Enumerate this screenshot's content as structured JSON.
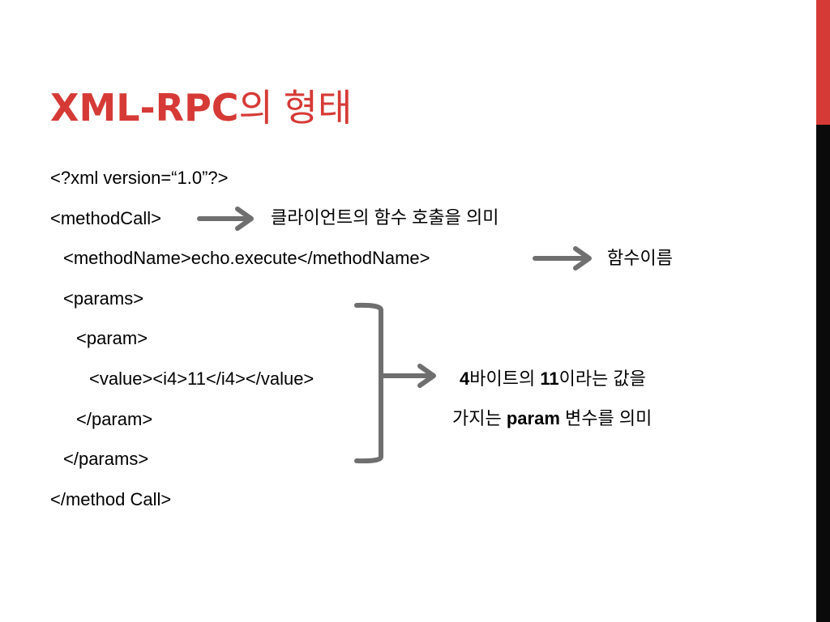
{
  "slide": {
    "title_main": "XML-RPC",
    "title_suffix": "의 형태",
    "accent_color": "#d63a36",
    "side_bar_colors": [
      "#d63a36",
      "#0a0a0a"
    ]
  },
  "code": {
    "lines": [
      "<?xml version=“1.0”?>",
      "<methodCall>",
      "<methodName>echo.execute</methodName>",
      "<params>",
      "<param>",
      "<value><i4>11</i4></value>",
      "</param>",
      "</params>",
      "</method Call>"
    ]
  },
  "annotations": {
    "method_call_note": "클라이언트의 함수 호출을 의미",
    "method_name_note": "함수이름",
    "param_note_1_num": "4",
    "param_note_1_text": "바이트의 ",
    "param_note_1_num2": "11",
    "param_note_1_text2": "이라는 값을",
    "param_note_2_pre": "가지는 ",
    "param_note_2_bold": "param",
    "param_note_2_post": " 변수를 의미"
  },
  "icons": [
    "arrow-right-icon",
    "bracket-icon"
  ]
}
